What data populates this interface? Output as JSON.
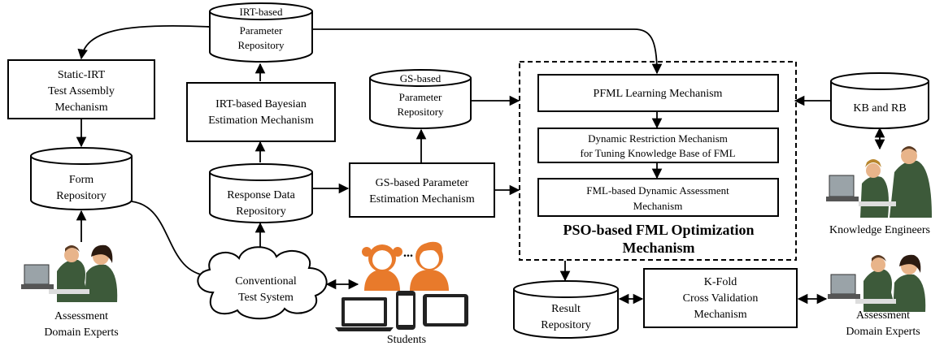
{
  "nodes": {
    "irt_param_repo": [
      "IRT-based",
      "Parameter",
      "Repository"
    ],
    "static_irt": [
      "Static-IRT",
      "Test Assembly",
      "Mechanism"
    ],
    "irt_bayesian": [
      "IRT-based Bayesian",
      "Estimation Mechanism"
    ],
    "gs_param_repo": [
      "GS-based",
      "Parameter",
      "Repository"
    ],
    "form_repo": [
      "Form",
      "Repository"
    ],
    "response_repo": [
      "Response Data",
      "Repository"
    ],
    "gs_estimation": [
      "GS-based Parameter",
      "Estimation Mechanism"
    ],
    "pfml": [
      "PFML Learning Mechanism"
    ],
    "dynamic_restriction": [
      "Dynamic Restriction Mechanism",
      "for Tuning Knowledge Base of FML"
    ],
    "fml_assessment": [
      "FML-based Dynamic Assessment",
      "Mechanism"
    ],
    "pso_title": [
      "PSO-based FML Optimization",
      "Mechanism"
    ],
    "kb_rb": [
      "KB and RB"
    ],
    "conventional": [
      "Conventional",
      "Test System"
    ],
    "result_repo": [
      "Result",
      "Repository"
    ],
    "kfold": [
      "K-Fold",
      "Cross Validation",
      "Mechanism"
    ]
  },
  "people": {
    "knowledge_engineers": [
      "Knowledge Engineers"
    ],
    "experts_left": [
      "Assessment",
      "Domain Experts"
    ],
    "experts_right": [
      "Assessment",
      "Domain Experts"
    ],
    "students": [
      "Students"
    ],
    "ellipsis": "..."
  },
  "colors": {
    "student_orange": "#e87a2b",
    "suit_green": "#3d5a3a",
    "skin": "#e8b48a",
    "monitor": "#9aa3a8"
  }
}
